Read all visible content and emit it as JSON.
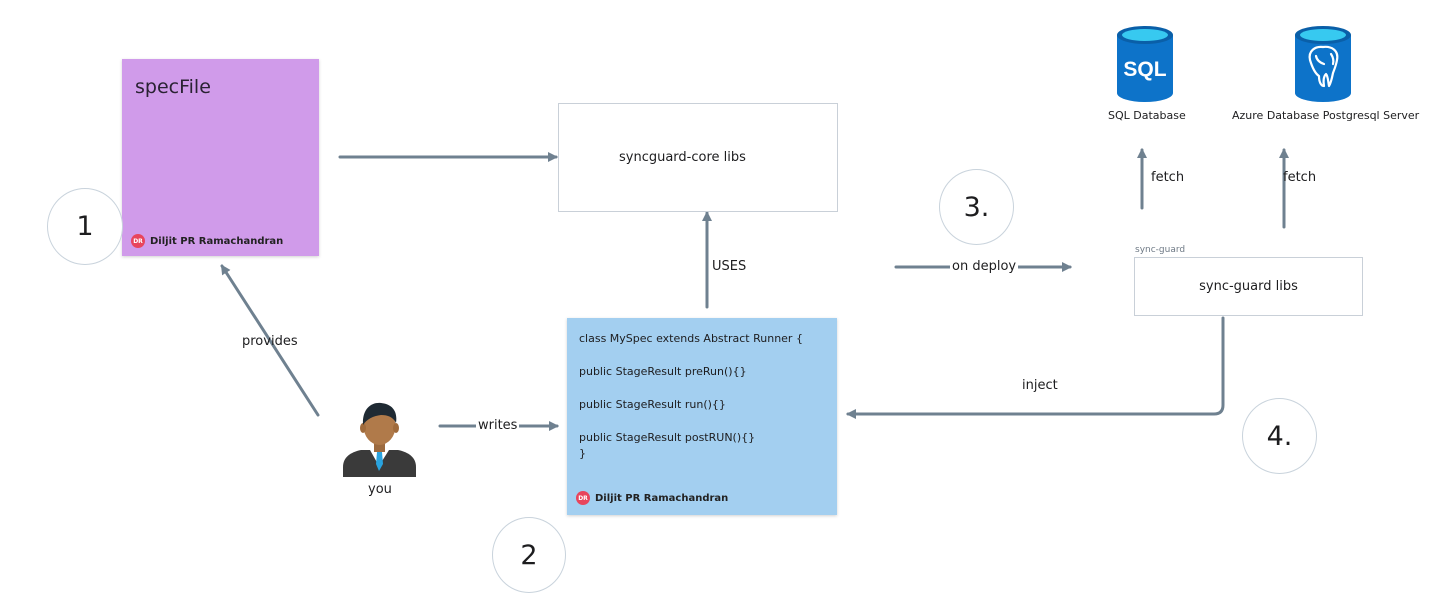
{
  "spec_note": {
    "title": "specFile",
    "author_initials": "DR",
    "author": "Diljit PR Ramachandran"
  },
  "core_box": {
    "label": "syncguard-core libs"
  },
  "code_note": {
    "lines": [
      "class MySpec extends Abstract Runner {",
      "public StageResult preRun(){}",
      "public StageResult run(){}",
      "public StageResult postRUN(){}",
      "}"
    ],
    "author_initials": "DR",
    "author": "Diljit PR Ramachandran"
  },
  "guard_box": {
    "label": "sync-guard libs",
    "caption": "sync-guard"
  },
  "databases": {
    "sql": {
      "label": "SQL Database",
      "icon_text": "SQL"
    },
    "postgres": {
      "label": "Azure Database Postgresql Server"
    }
  },
  "steps": [
    "1",
    "2",
    "3.",
    "4."
  ],
  "edges": {
    "uses": "USES",
    "provides": "provides",
    "writes": "writes",
    "on_deploy": "on deploy",
    "inject": "inject",
    "fetch_sql": "fetch",
    "fetch_pg": "fetch"
  },
  "user": {
    "label": "you"
  },
  "colors": {
    "arrow": "#6f8190",
    "sticky_purple": "#d09bea",
    "sticky_blue": "#a3cff0",
    "db_blue": "#0d73c9",
    "db_top": "#37c9f0"
  }
}
